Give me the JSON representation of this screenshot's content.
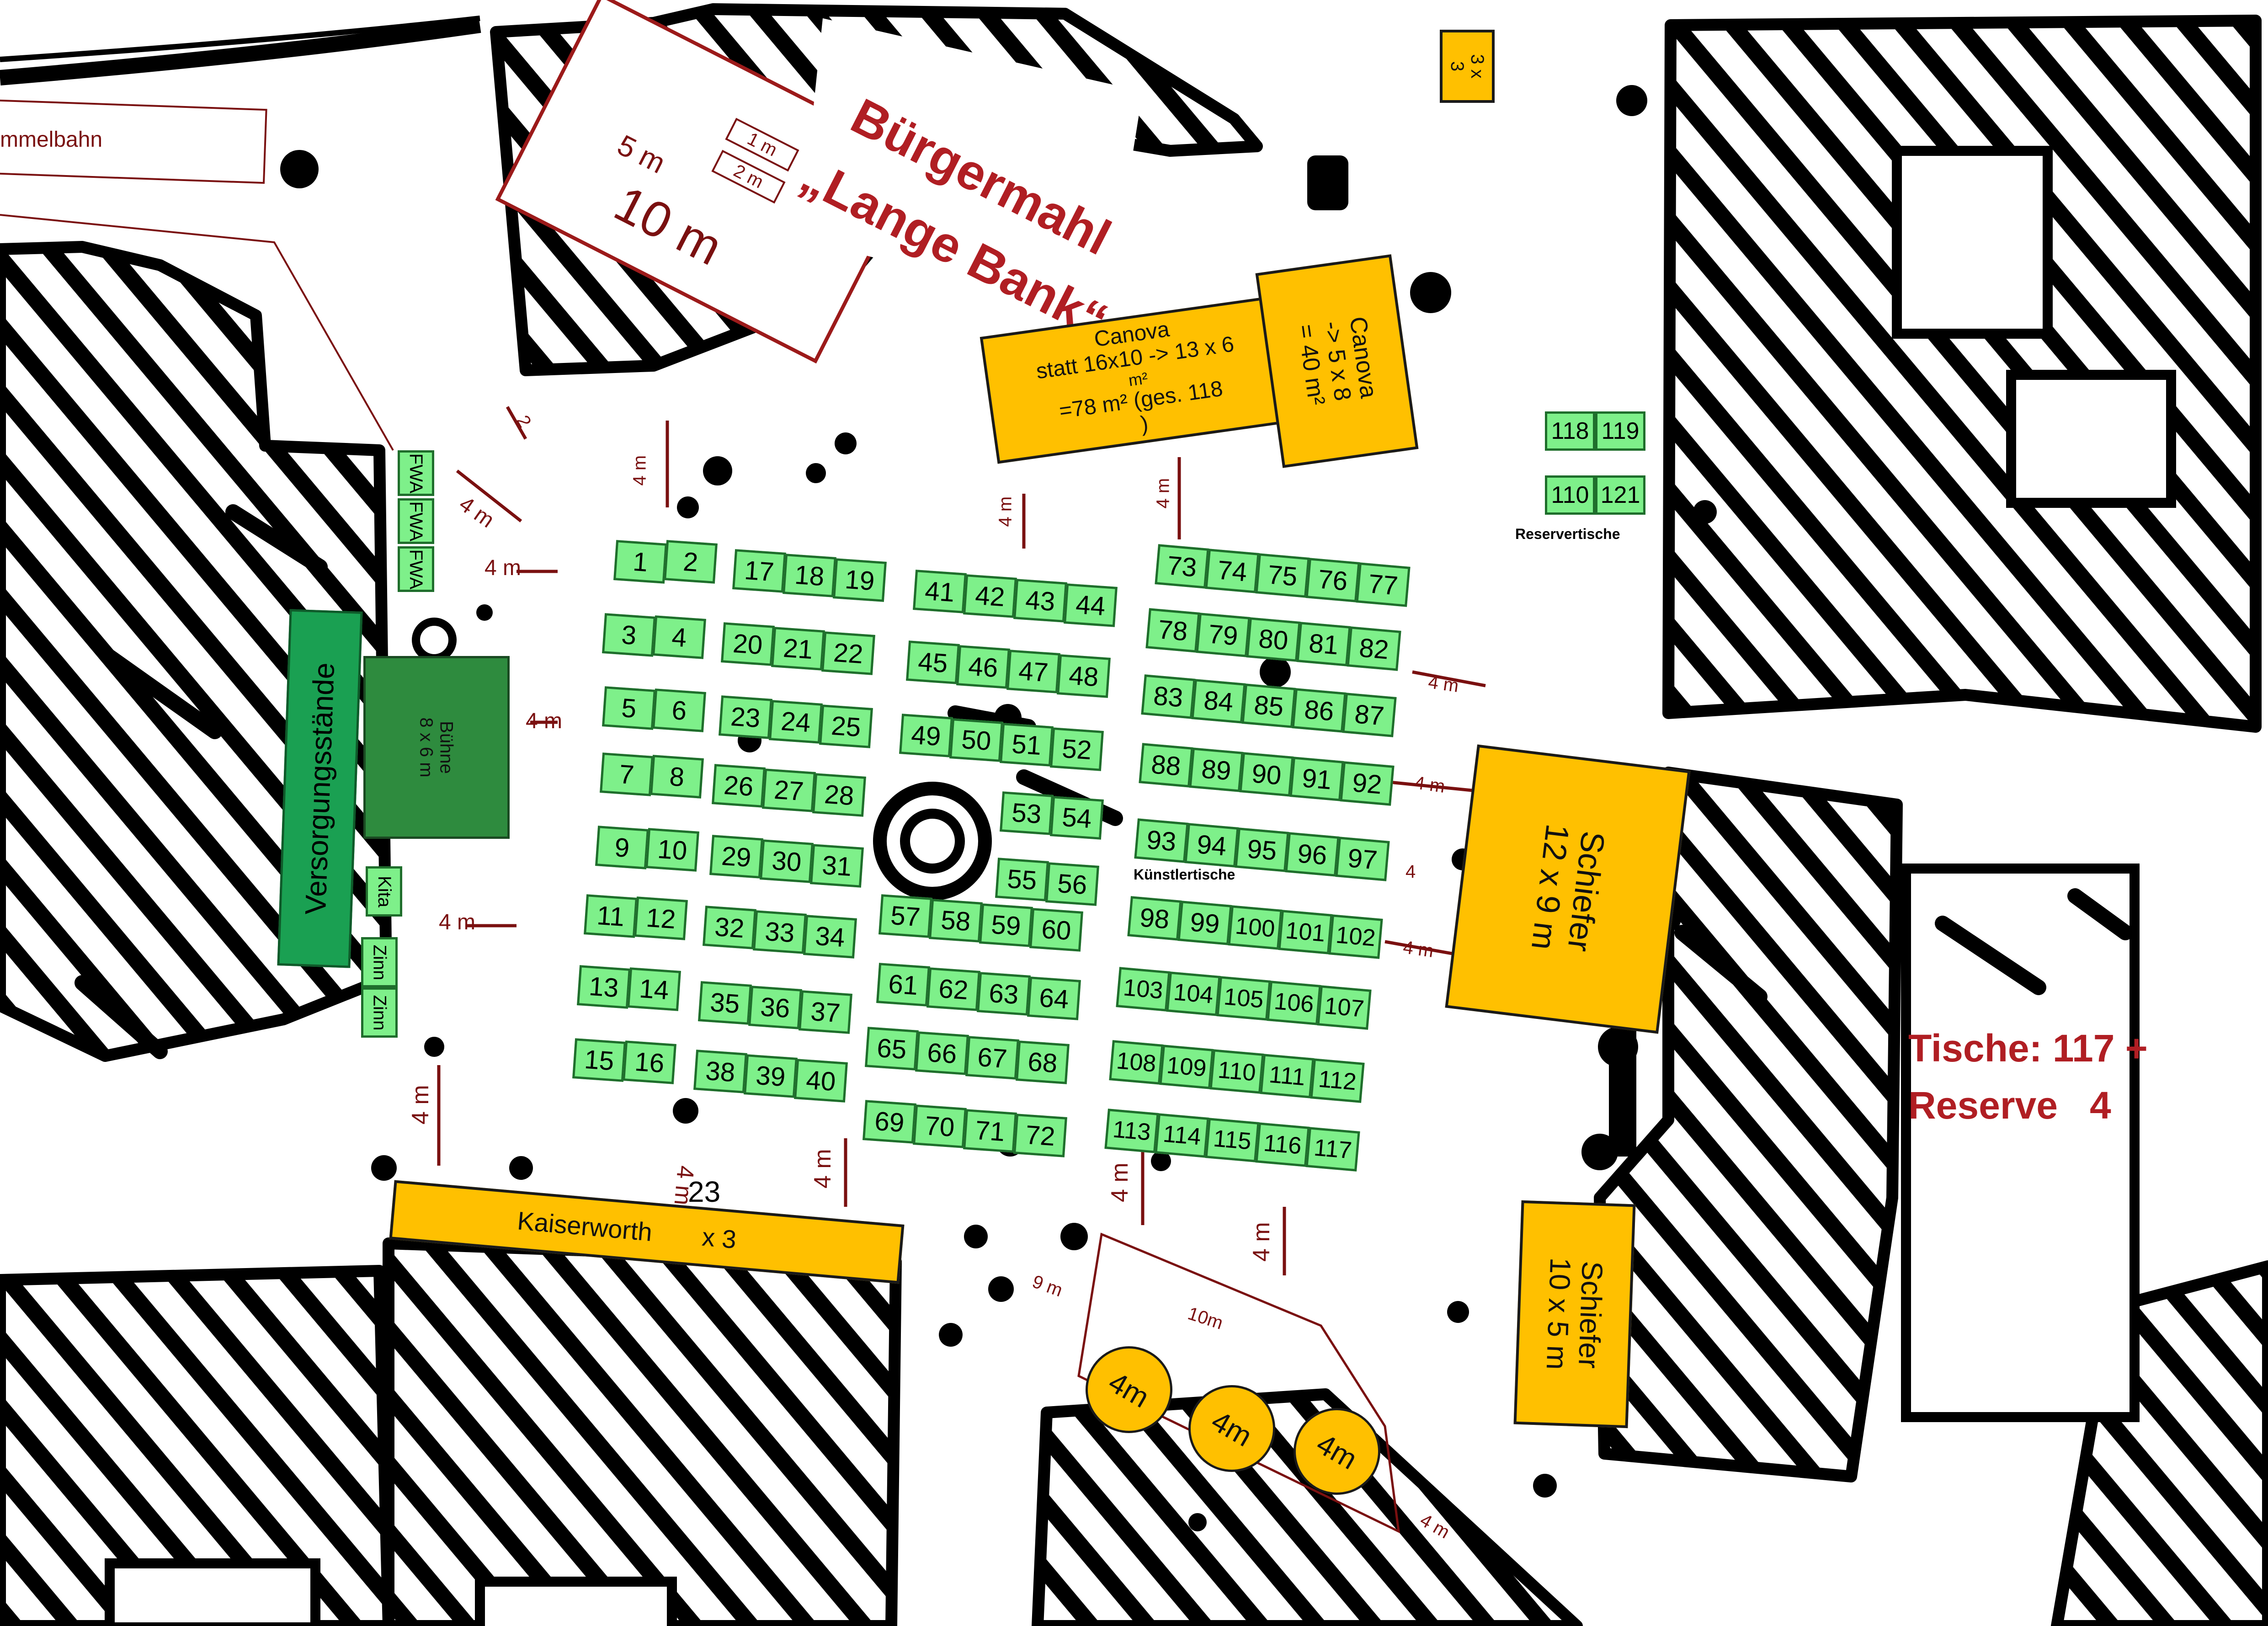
{
  "title": {
    "line1": "Bürgermahl",
    "line2": "„Lange Bank“",
    "color": "#b01e23"
  },
  "summary": {
    "line1": "Tische: 117 +",
    "line2": "Reserve   4",
    "color": "#b01e23"
  },
  "track_label": "mmelbahn",
  "scale_box": {
    "m1": "1 m",
    "m2": "2 m",
    "m5": "5 m",
    "m10": "10 m"
  },
  "stands": {
    "canova1": {
      "l1": "Canova",
      "l2": "statt 16x10 -> 13 x 6",
      "l3": "m²",
      "l4": "=78 m² (ges. 118",
      "l5": ")"
    },
    "canova2": {
      "l1": "Canova",
      "l2": "-> 5 x 8",
      "l3": "= 40 m²"
    },
    "small": {
      "l1": "3 x",
      "l2": "3"
    },
    "schiefer1": {
      "l1": "Schiefer",
      "l2": "12 x 9 m"
    },
    "schiefer2": {
      "l1": "Schiefer",
      "l2": "10 x 5 m"
    },
    "kaiserworth": {
      "l1": "Kaiserworth",
      "l2": "x 3"
    },
    "buehne": {
      "l1": "Bühne",
      "l2": "8 x 6 m"
    },
    "versorgung": "Versorgungsstände",
    "fwa": [
      "FWA",
      "FWA",
      "FWA"
    ],
    "kita": "Kita",
    "zinn": [
      "Zinn",
      "Zinn"
    ],
    "circles": [
      "4m",
      "4m",
      "4m"
    ]
  },
  "labels": {
    "reservetische": "Reservertische",
    "kuenstlertische": "Künstlertische",
    "num23": "23",
    "num4": "4"
  },
  "measures": {
    "m4": "4 m",
    "m2": "2",
    "m9": "9 m",
    "m10": "10m",
    "m1": "1"
  },
  "tables": [
    "1",
    "2",
    "17",
    "18",
    "19",
    "41",
    "42",
    "43",
    "44",
    "73",
    "74",
    "75",
    "76",
    "77",
    "3",
    "4",
    "20",
    "21",
    "22",
    "45",
    "46",
    "47",
    "48",
    "78",
    "79",
    "80",
    "81",
    "82",
    "5",
    "6",
    "23",
    "24",
    "25",
    "49",
    "50",
    "51",
    "52",
    "83",
    "84",
    "85",
    "86",
    "87",
    "7",
    "8",
    "26",
    "27",
    "28",
    "53",
    "54",
    "88",
    "89",
    "90",
    "91",
    "92",
    "9",
    "10",
    "29",
    "30",
    "31",
    "55",
    "56",
    "93",
    "94",
    "95",
    "96",
    "97",
    "11",
    "12",
    "32",
    "33",
    "34",
    "57",
    "58",
    "59",
    "60",
    "98",
    "99",
    "100",
    "101",
    "102",
    "13",
    "14",
    "35",
    "36",
    "37",
    "61",
    "62",
    "63",
    "64",
    "103",
    "104",
    "105",
    "106",
    "107",
    "15",
    "16",
    "38",
    "39",
    "40",
    "65",
    "66",
    "67",
    "68",
    "108",
    "109",
    "110",
    "111",
    "112",
    "69",
    "70",
    "71",
    "72",
    "113",
    "114",
    "115",
    "116",
    "117"
  ],
  "reserve_tables": [
    "118",
    "119",
    "110",
    "121"
  ],
  "colors": {
    "table": "#7ef08a",
    "stand": "#ffc000",
    "stage": "#2e8b3e",
    "supply": "#1aa052",
    "measure": "#7a1010"
  }
}
